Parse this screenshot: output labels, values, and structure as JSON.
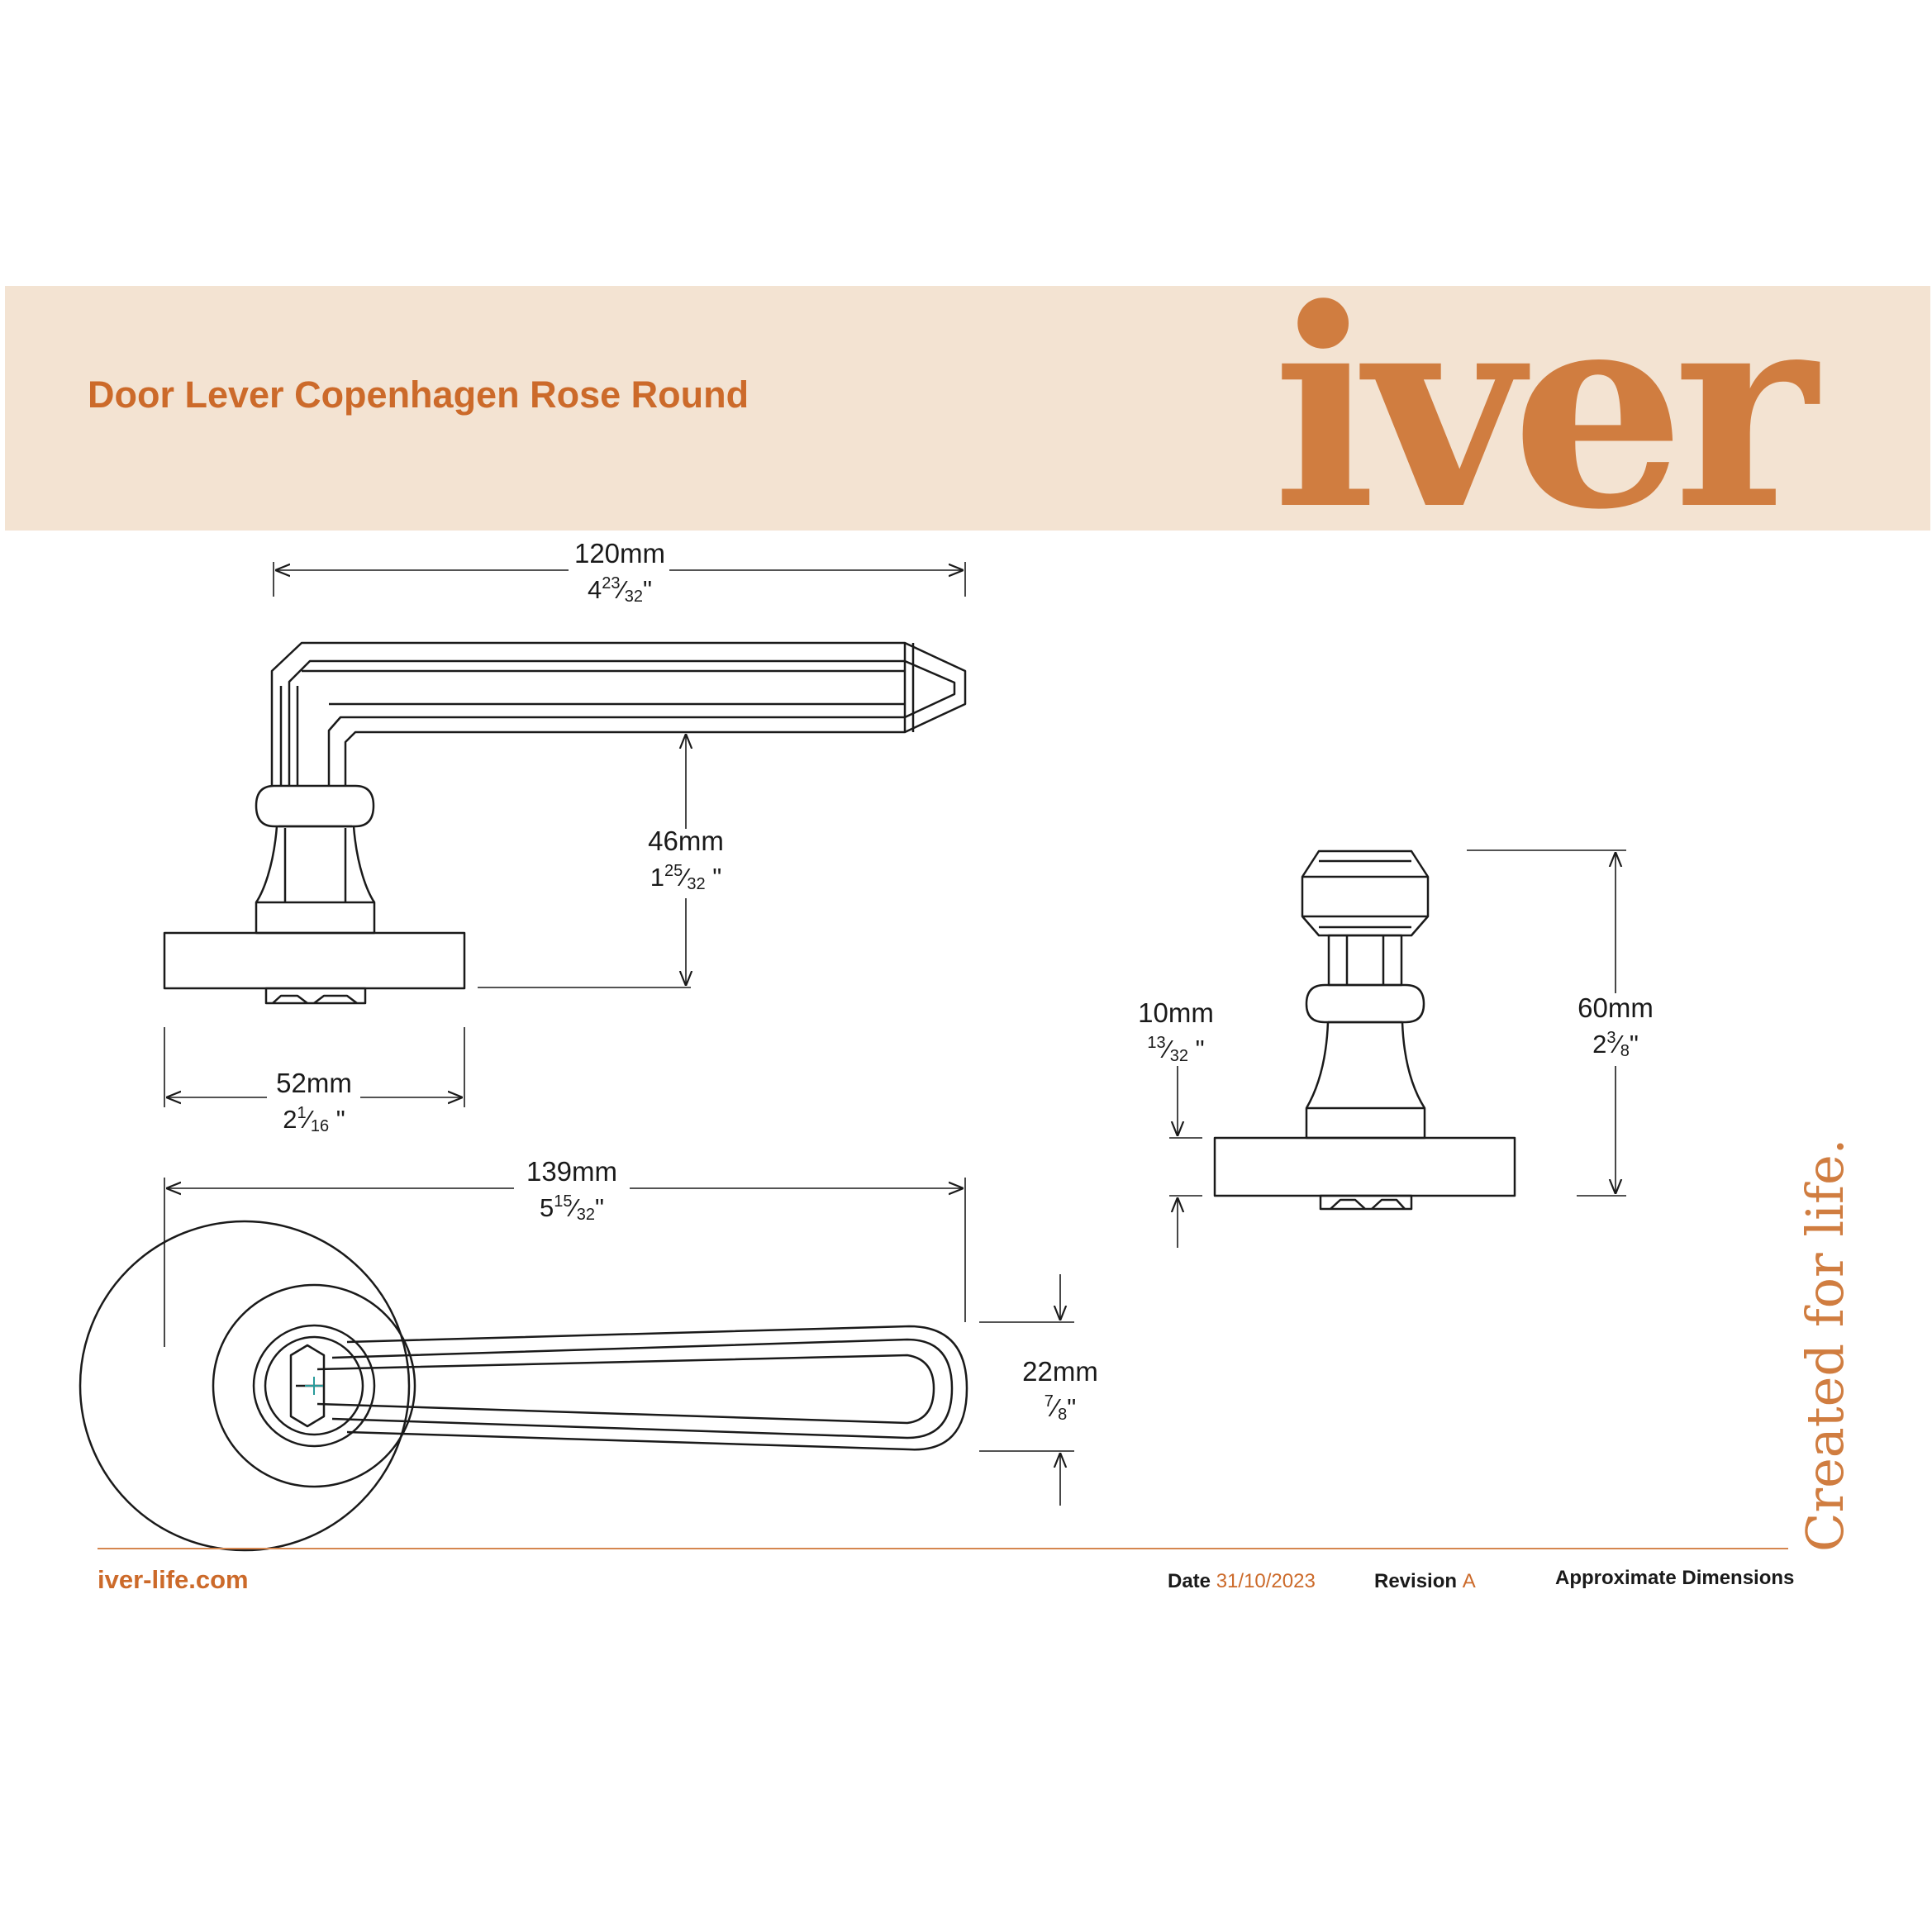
{
  "header": {
    "title": "Door Lever Copenhagen Rose Round",
    "logo": "iver"
  },
  "dimensions": {
    "length": {
      "mm": "120mm",
      "whole": "4",
      "num": "23",
      "den": "32",
      "mark": "\""
    },
    "projection": {
      "mm": "46mm",
      "whole": "1",
      "num": "25",
      "den": "32",
      "mark": " \""
    },
    "rose_diameter": {
      "mm": "52mm",
      "whole": "2",
      "num": "1",
      "den": "16",
      "mark": " \""
    },
    "overall_length": {
      "mm": "139mm",
      "whole": "5",
      "num": "15",
      "den": "32",
      "mark": "\""
    },
    "grip_width": {
      "mm": "22mm",
      "whole": "",
      "num": "7",
      "den": "8",
      "mark": "\""
    },
    "rose_thickness": {
      "mm": "10mm",
      "whole": "",
      "num": "13",
      "den": "32",
      "mark": " \""
    },
    "overall_height": {
      "mm": "60mm",
      "whole": "2",
      "num": "3",
      "den": "8",
      "mark": "\""
    }
  },
  "footer": {
    "website": "iver-life.com",
    "date_label": "Date",
    "date_value": "31/10/2023",
    "revision_label": "Revision",
    "revision_value": "A",
    "note": "Approximate Dimensions",
    "tagline": "Created for life."
  },
  "colors": {
    "accent": "#cc6a2a",
    "banner": "#f3e3d2",
    "line": "#1a1a1a"
  }
}
